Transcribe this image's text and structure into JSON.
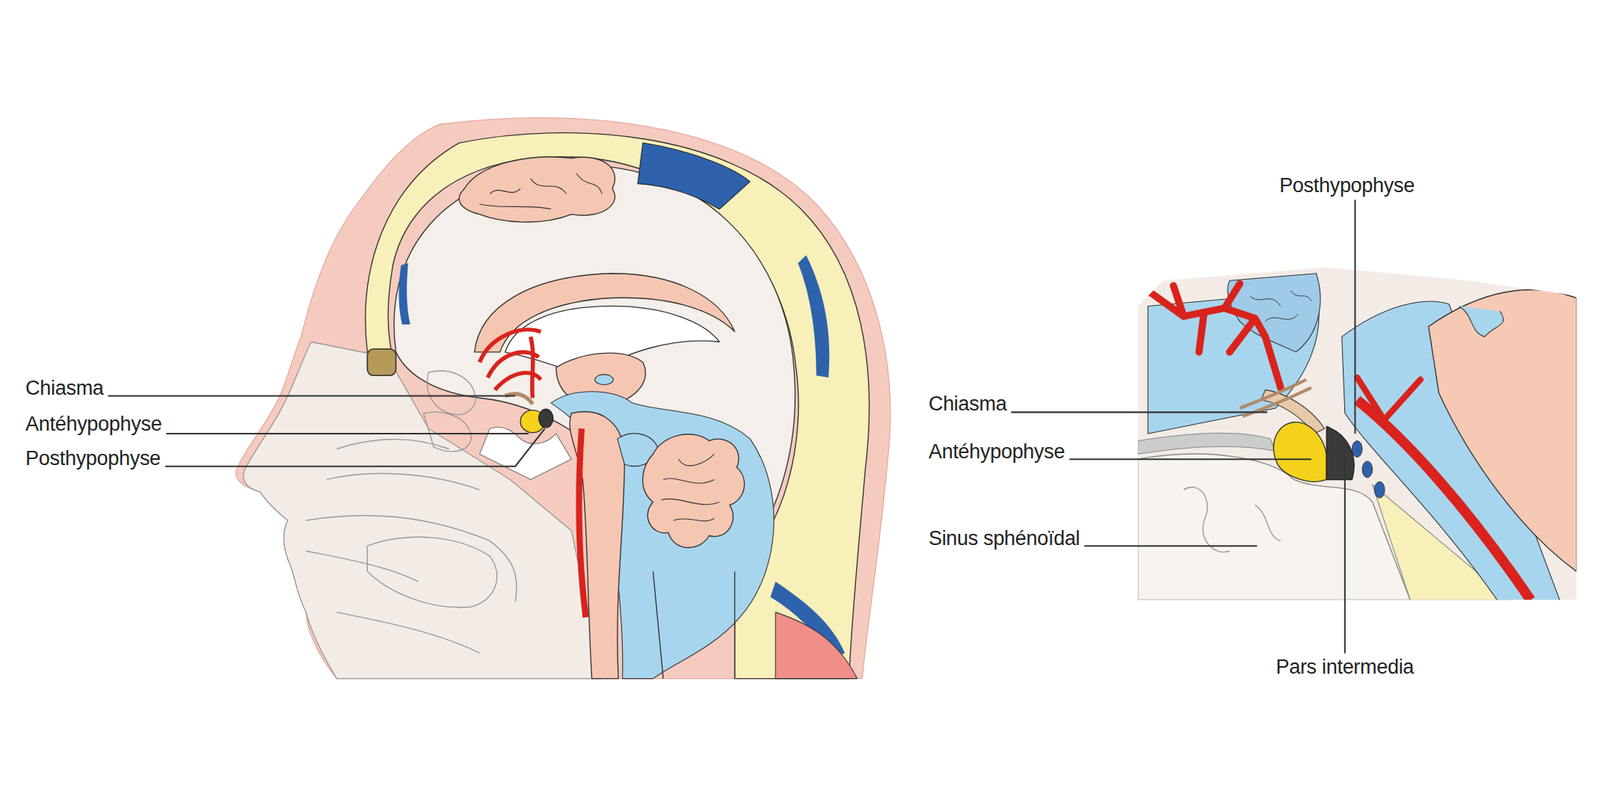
{
  "diagram": {
    "labels": [
      "Chiasma",
      "Antéhypophyse",
      "Posthypophyse",
      "Posthypophyse",
      "Chiasma",
      "Antéhypophyse",
      "Sinus sphénoïdal",
      "Pars intermedia"
    ]
  }
}
